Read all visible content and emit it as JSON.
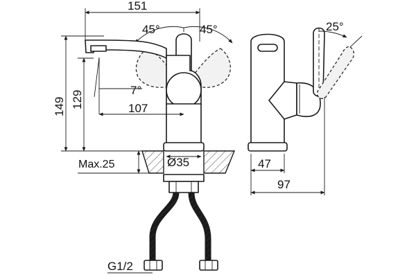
{
  "dimensions": {
    "overall_width": "151",
    "angle_left": "45°",
    "angle_right": "45°",
    "angle_tilt": "25°",
    "angle_spout": "7°",
    "height_total": "149",
    "height_spout": "129",
    "spout_reach": "107",
    "max_thickness": "Max.25",
    "hole_diameter": "Ø35",
    "side_base": "47",
    "side_depth": "97",
    "thread": "G1/2"
  },
  "colors": {
    "line": "#1a1a1a",
    "background": "#ffffff",
    "hatch": "#444444"
  }
}
